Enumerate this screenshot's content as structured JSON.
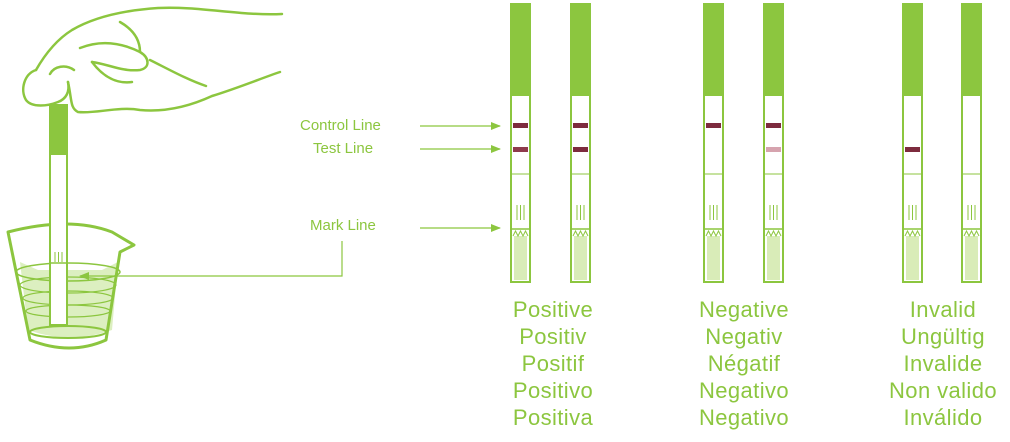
{
  "labels": {
    "control_line": "Control Line",
    "test_line": "Test Line",
    "mark_line": "Mark Line"
  },
  "results": [
    {
      "group": "positive",
      "translations": [
        "Positive",
        "Positiv",
        "Positif",
        "Positivo",
        "Positiva"
      ],
      "strips": [
        {
          "control": "strong",
          "test": "medium"
        },
        {
          "control": "strong",
          "test": "strong"
        }
      ]
    },
    {
      "group": "negative",
      "translations": [
        "Negative",
        "Negativ",
        "Négatif",
        "Negativo",
        "Negativo"
      ],
      "strips": [
        {
          "control": "strong",
          "test": "none"
        },
        {
          "control": "strong",
          "test": "faint"
        }
      ]
    },
    {
      "group": "invalid",
      "translations": [
        "Invalid",
        "Ungültig",
        "Invalide",
        "Non valido",
        "Inválido"
      ],
      "strips": [
        {
          "control": "none",
          "test": "strong"
        },
        {
          "control": "none",
          "test": "none"
        }
      ]
    }
  ],
  "colors": {
    "accent": "#8cc63f",
    "strip_fill": "#d9ecb8",
    "line_strong": "#7d2b3e",
    "line_medium": "#8e3a4c",
    "line_faint": "#d6a3ae"
  }
}
